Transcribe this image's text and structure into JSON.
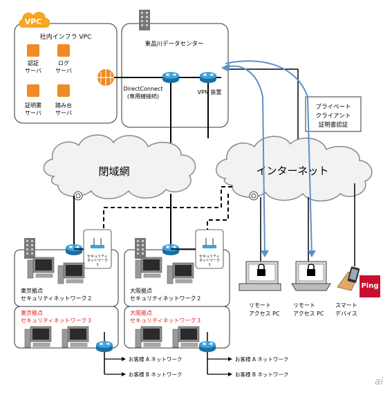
{
  "vpc": {
    "badge": "VPC",
    "title": "社内インフラ VPC",
    "servers": [
      {
        "line1": "認証",
        "line2": "サーバ"
      },
      {
        "line1": "ログ",
        "line2": "サーバ"
      },
      {
        "line1": "証明書",
        "line2": "サーバ"
      },
      {
        "line1": "踏み台",
        "line2": "サーバ"
      }
    ]
  },
  "datacenter": {
    "title": "東品川データセンター",
    "direct_connect_line1": "DirectConnect",
    "direct_connect_line2": "(専用線接続)",
    "vpn_label": "VPN 装置"
  },
  "cert_box": {
    "line1": "プライベート",
    "line2": "クライアント",
    "line3": "証明書認証"
  },
  "clouds": {
    "closed_network": "閉域網",
    "internet": "インターネット"
  },
  "security_network_label": {
    "line1": "セキュリティ",
    "line2": "ネットワーク",
    "line3": "1"
  },
  "tokyo": {
    "sec2_line1": "東京拠点",
    "sec2_line2": "セキュリティネットワーク２",
    "sec3_line1": "東京拠点",
    "sec3_line2": "セキュリティネットワーク３"
  },
  "osaka": {
    "sec2_line1": "大阪拠点",
    "sec2_line2": "セキュリティネットワーク２",
    "sec3_line1": "大阪拠点",
    "sec3_line2": "セキュリティネットワーク３"
  },
  "customer_networks": {
    "a": "お客様 A ネットワーク",
    "b": "お客様 B ネットワーク"
  },
  "devices": {
    "remote1_line1": "リモート",
    "remote1_line2": "アクセス PC",
    "remote2_line1": "リモート",
    "remote2_line2": "アクセス PC",
    "smart_line1": "スマート",
    "smart_line2": "デバイス",
    "ping_logo": "Ping"
  },
  "watermark": "ai",
  "colors": {
    "orange": "#f08a24",
    "router_blue": "#2a8fc8",
    "arrow_blue": "#5b8fc9",
    "red_text": "#e02020",
    "gray_server": "#6e6e6e",
    "ping_red": "#c8102e",
    "vpc_badge": "#f5a623"
  }
}
